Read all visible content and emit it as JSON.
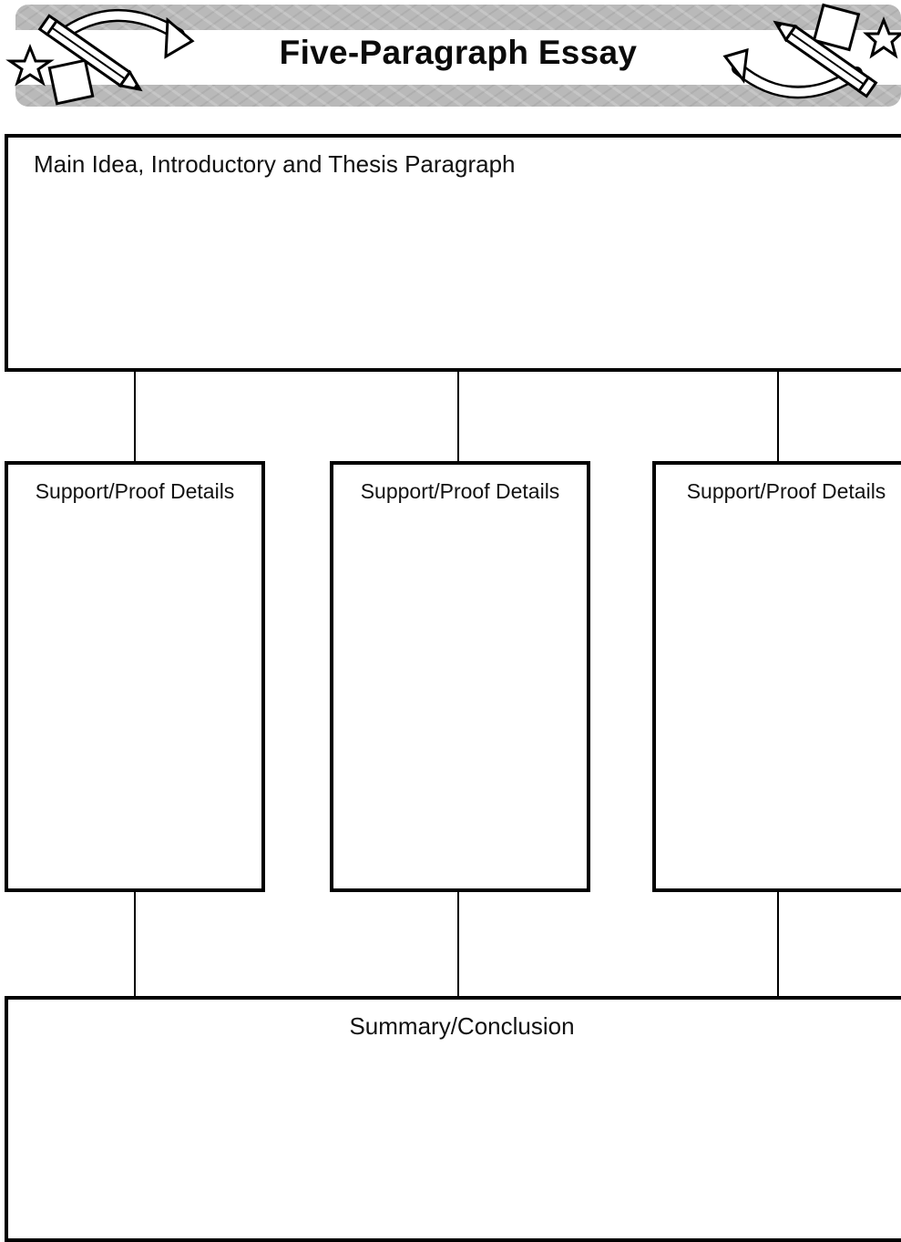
{
  "header": {
    "title": "Five-Paragraph Essay",
    "left_decoration": "pencil-star-square-arrow",
    "right_decoration": "pencil-star-square-arrow"
  },
  "organizer": {
    "main_idea_label": "Main Idea, Introductory and Thesis Paragraph",
    "support_boxes": [
      {
        "label": "Support/Proof Details"
      },
      {
        "label": "Support/Proof Details"
      },
      {
        "label": "Support/Proof Details"
      }
    ],
    "summary_label": "Summary/Conclusion"
  },
  "colors": {
    "banner_gray": "#b9b9b9",
    "border": "#000000"
  }
}
